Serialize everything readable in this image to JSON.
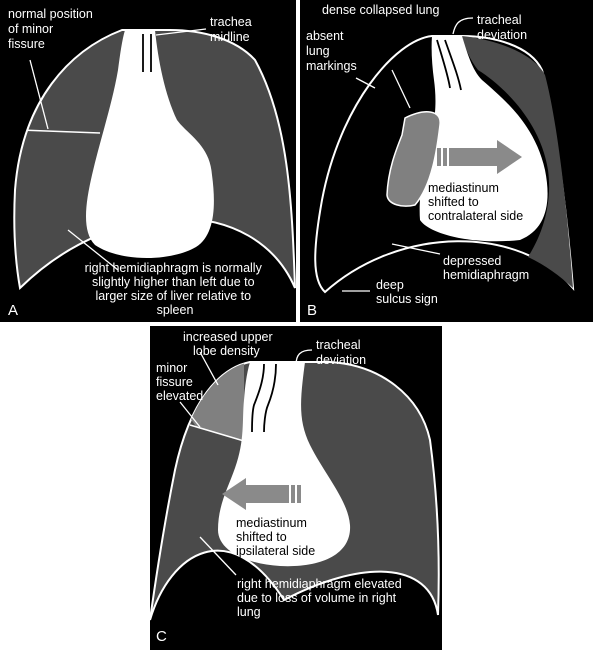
{
  "panels": {
    "a": {
      "letter": "A",
      "labels": {
        "minor_fissure": [
          "normal position",
          "of minor",
          "fissure"
        ],
        "trachea": [
          "trachea",
          "midline"
        ],
        "hemidiaphragm": [
          "right hemidiaphragm is normally",
          "slightly higher than left due to",
          "larger  size of liver relative to",
          "spleen"
        ]
      }
    },
    "b": {
      "letter": "B",
      "labels": {
        "collapsed_lung": [
          "dense collapsed lung"
        ],
        "tracheal_deviation": [
          "tracheal",
          "deviation"
        ],
        "absent_markings": [
          "absent",
          "lung",
          "markings"
        ],
        "mediastinum": [
          "mediastinum",
          "shifted to",
          "contralateral side"
        ],
        "depressed": [
          "depressed",
          "hemidiaphragm"
        ],
        "sulcus": [
          "deep",
          "sulcus sign"
        ]
      }
    },
    "c": {
      "letter": "C",
      "labels": {
        "upper_lobe": [
          "increased upper",
          "lobe density"
        ],
        "tracheal_deviation": [
          "tracheal",
          "deviation"
        ],
        "minor_fissure": [
          "minor",
          "fissure",
          "elevated"
        ],
        "mediastinum": [
          "mediastinum",
          "shifted to",
          "ipsilateral side"
        ],
        "hemidiaphragm": [
          "right hemidiaphragm elevated",
          "due to loss of volume in right",
          "lung"
        ]
      }
    }
  },
  "colors": {
    "background": "#000000",
    "lung": "#4a4a4a",
    "dense": "#808080",
    "arrow": "#8a8a8a",
    "mediastinum": "#ffffff"
  }
}
